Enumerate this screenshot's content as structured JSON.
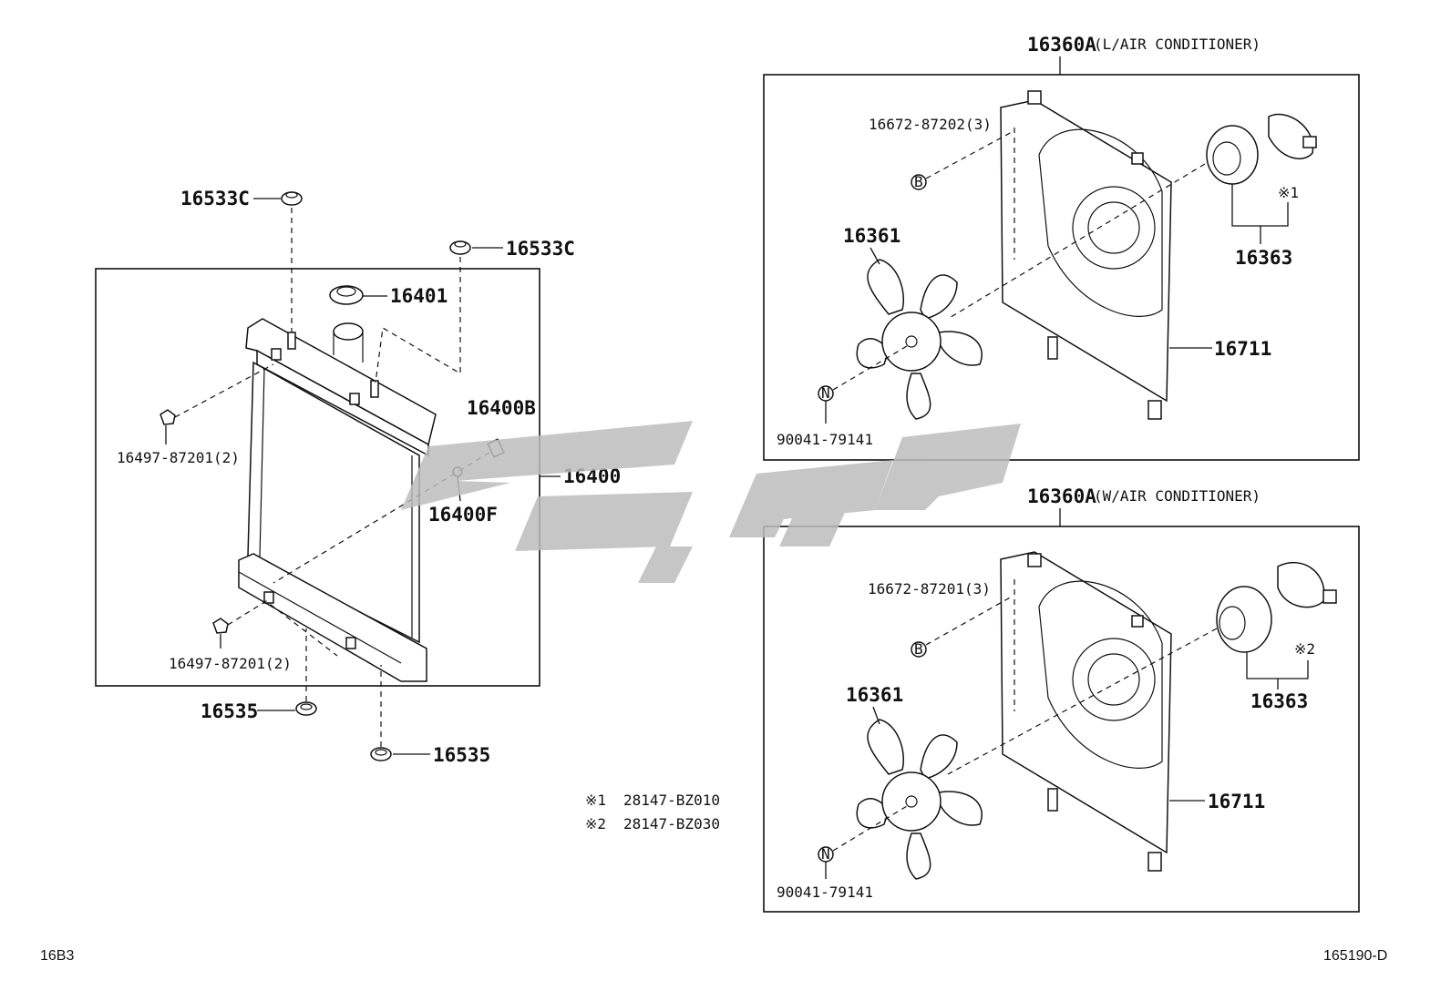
{
  "watermark": "کیان پارت",
  "footer": {
    "left_code": "16B3",
    "right_code": "165190-D"
  },
  "notes": [
    {
      "mark": "※1",
      "part_no": "28147-BZ010"
    },
    {
      "mark": "※2",
      "part_no": "28147-BZ030"
    }
  ],
  "radiator": {
    "labels": {
      "clamp_top_left": "16533C",
      "clamp_top_right": "16533C",
      "cap": "16401",
      "drain_plug": "16400B",
      "drain_cock": "16400F",
      "radiator": "16400",
      "bolt_upper": "16497-87201(2)",
      "bolt_lower": "16497-87201(2)",
      "cushion_left": "16535",
      "cushion_right": "16535"
    }
  },
  "fan_top": {
    "title": "16360A",
    "title_suffix": "(L/AIR CONDITIONER)",
    "screw": "16672-87202(3)",
    "screw_mark": "B",
    "fan": "16361",
    "motor": "16363",
    "motor_mark": "※1",
    "shroud": "16711",
    "nut": "90041-79141",
    "nut_mark": "N"
  },
  "fan_bottom": {
    "title": "16360A",
    "title_suffix": "(W/AIR CONDITIONER)",
    "screw": "16672-87201(3)",
    "screw_mark": "B",
    "fan": "16361",
    "motor": "16363",
    "motor_mark": "※2",
    "shroud": "16711",
    "nut": "90041-79141",
    "nut_mark": "N"
  }
}
